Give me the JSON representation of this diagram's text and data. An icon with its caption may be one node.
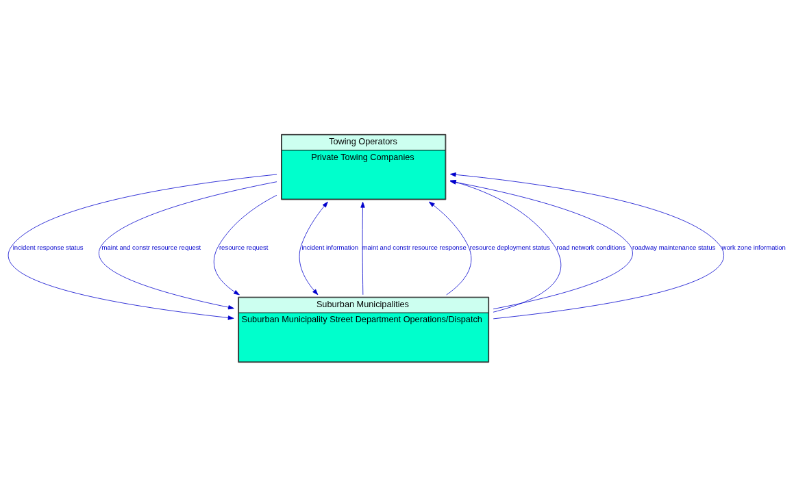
{
  "diagram": {
    "nodes": [
      {
        "text": [
          "Towing Operators",
          "Private Towing Companies"
        ]
      },
      {
        "text": [
          "Suburban Municipalities",
          "Suburban Municipality Street Department Operations/Dispatch"
        ]
      }
    ],
    "edges": [
      {
        "from": 1,
        "to": 0,
        "arrow": "to",
        "label": "maint and constr resource response"
      },
      {
        "from": 1,
        "to": 0,
        "arrow": "to",
        "label": "resource deployment status"
      },
      {
        "from": 1,
        "to": 0,
        "arrow": "to",
        "label": "road network conditions"
      },
      {
        "from": 1,
        "to": 0,
        "arrow": "to",
        "label": "roadway maintenance status"
      },
      {
        "from": 1,
        "to": 0,
        "arrow": "to",
        "label": "work zone information"
      },
      {
        "from": 0,
        "to": 1,
        "arrow": "to",
        "label": "incident response status"
      },
      {
        "from": 0,
        "to": 1,
        "arrow": "to",
        "label": "maint and constr resource request"
      },
      {
        "from": 0,
        "to": 1,
        "arrow": "to",
        "label": "resource request"
      },
      {
        "from": 0,
        "to": 1,
        "arrow": "both",
        "label": "incident information"
      }
    ]
  }
}
